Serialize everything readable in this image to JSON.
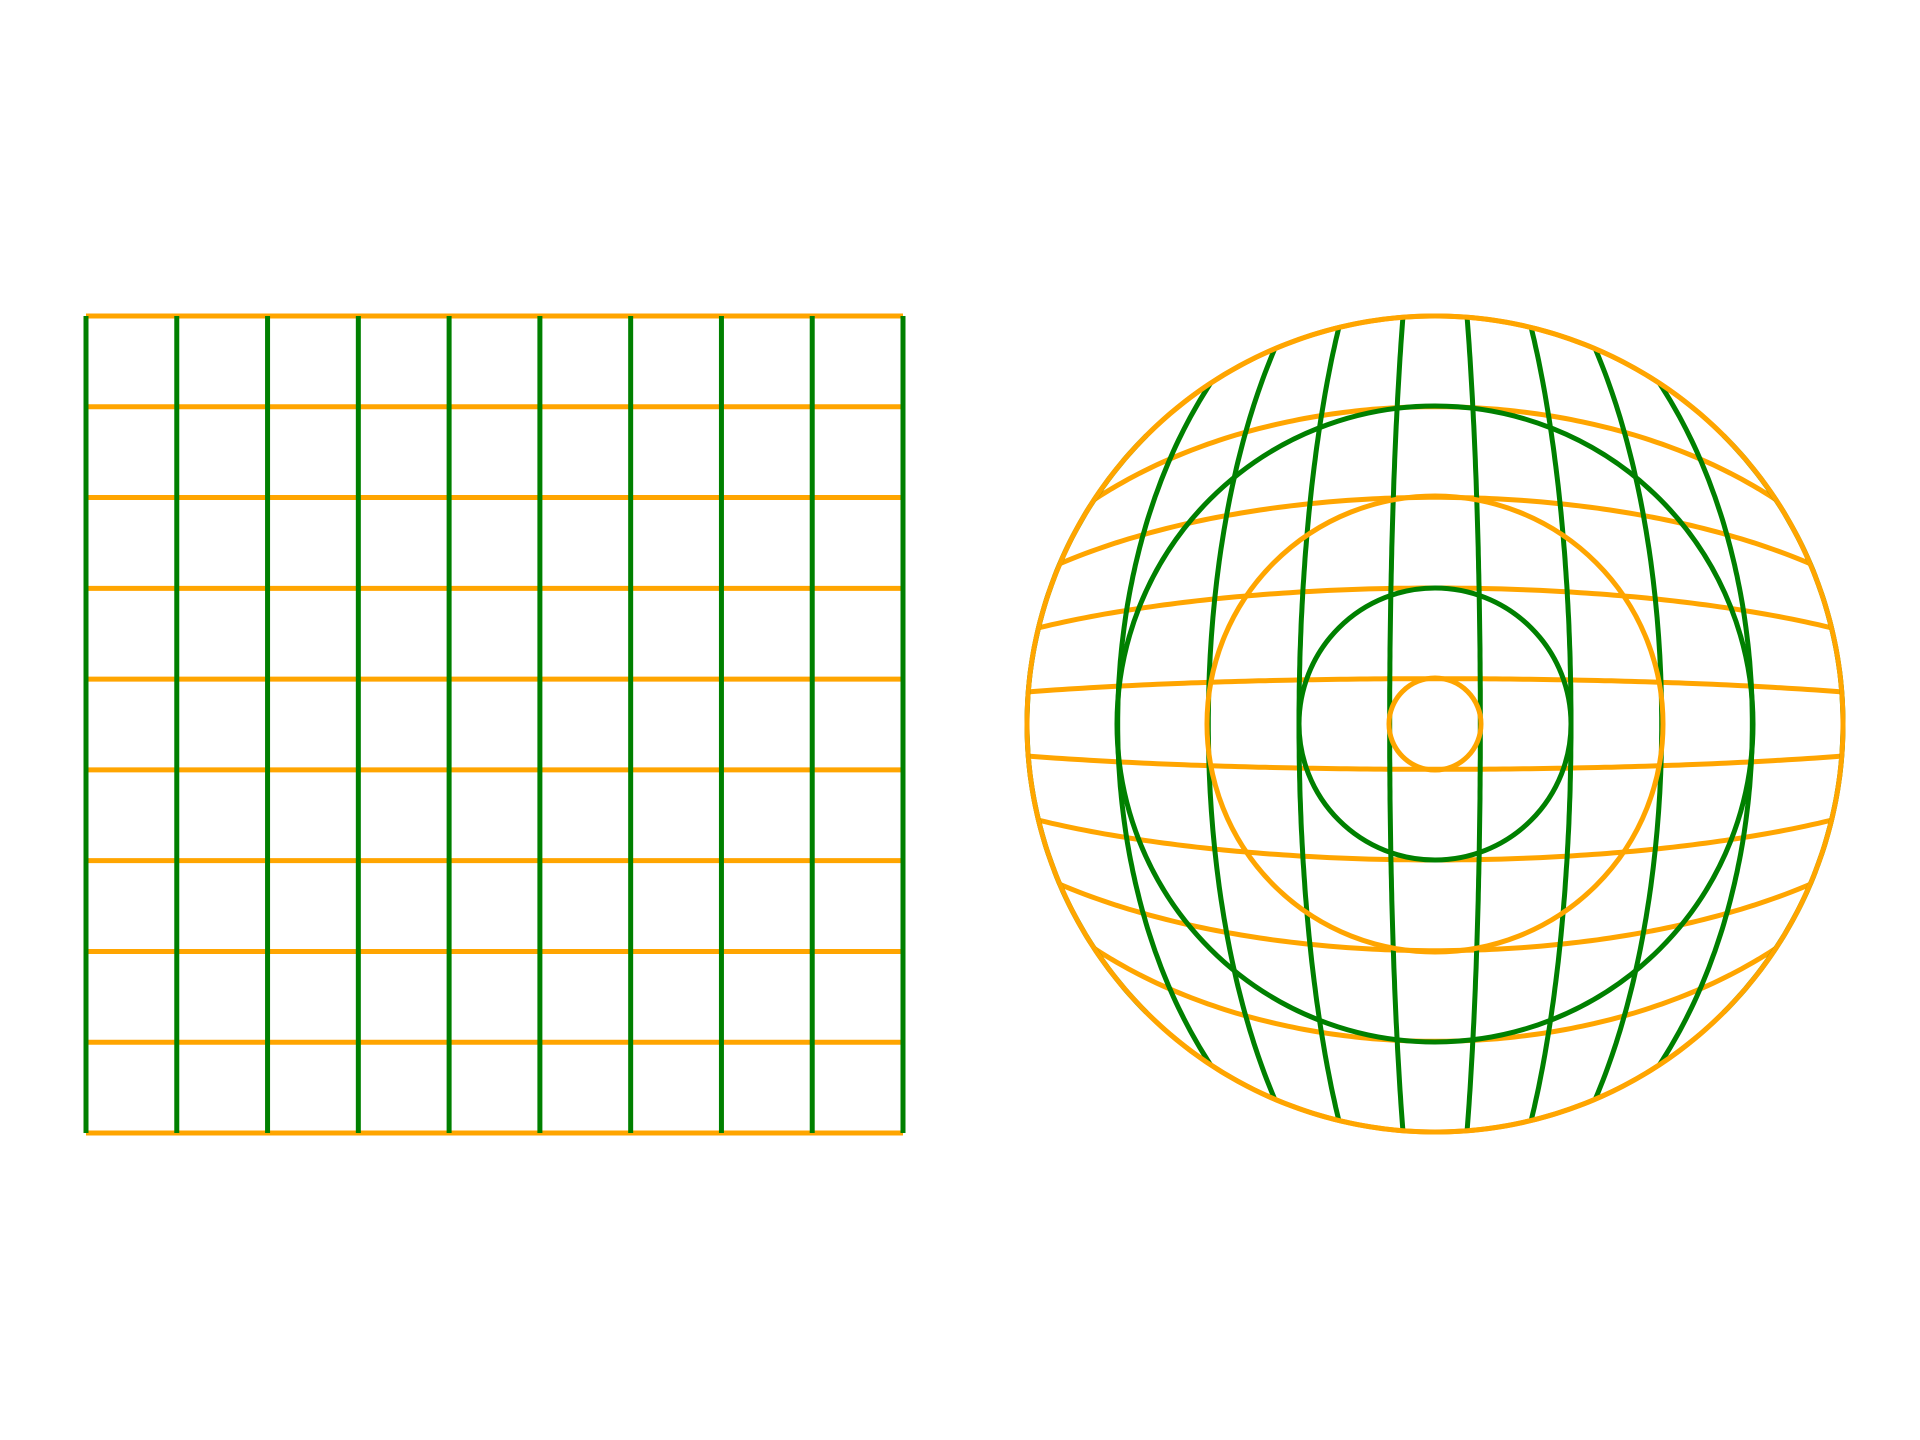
{
  "figure": {
    "panels": [
      "square-grid",
      "disk-grid"
    ],
    "grid_divisions": 9,
    "colors": {
      "background": "#ffffff",
      "horizontal_lines": "#ffa500",
      "vertical_lines": "#008000"
    }
  }
}
